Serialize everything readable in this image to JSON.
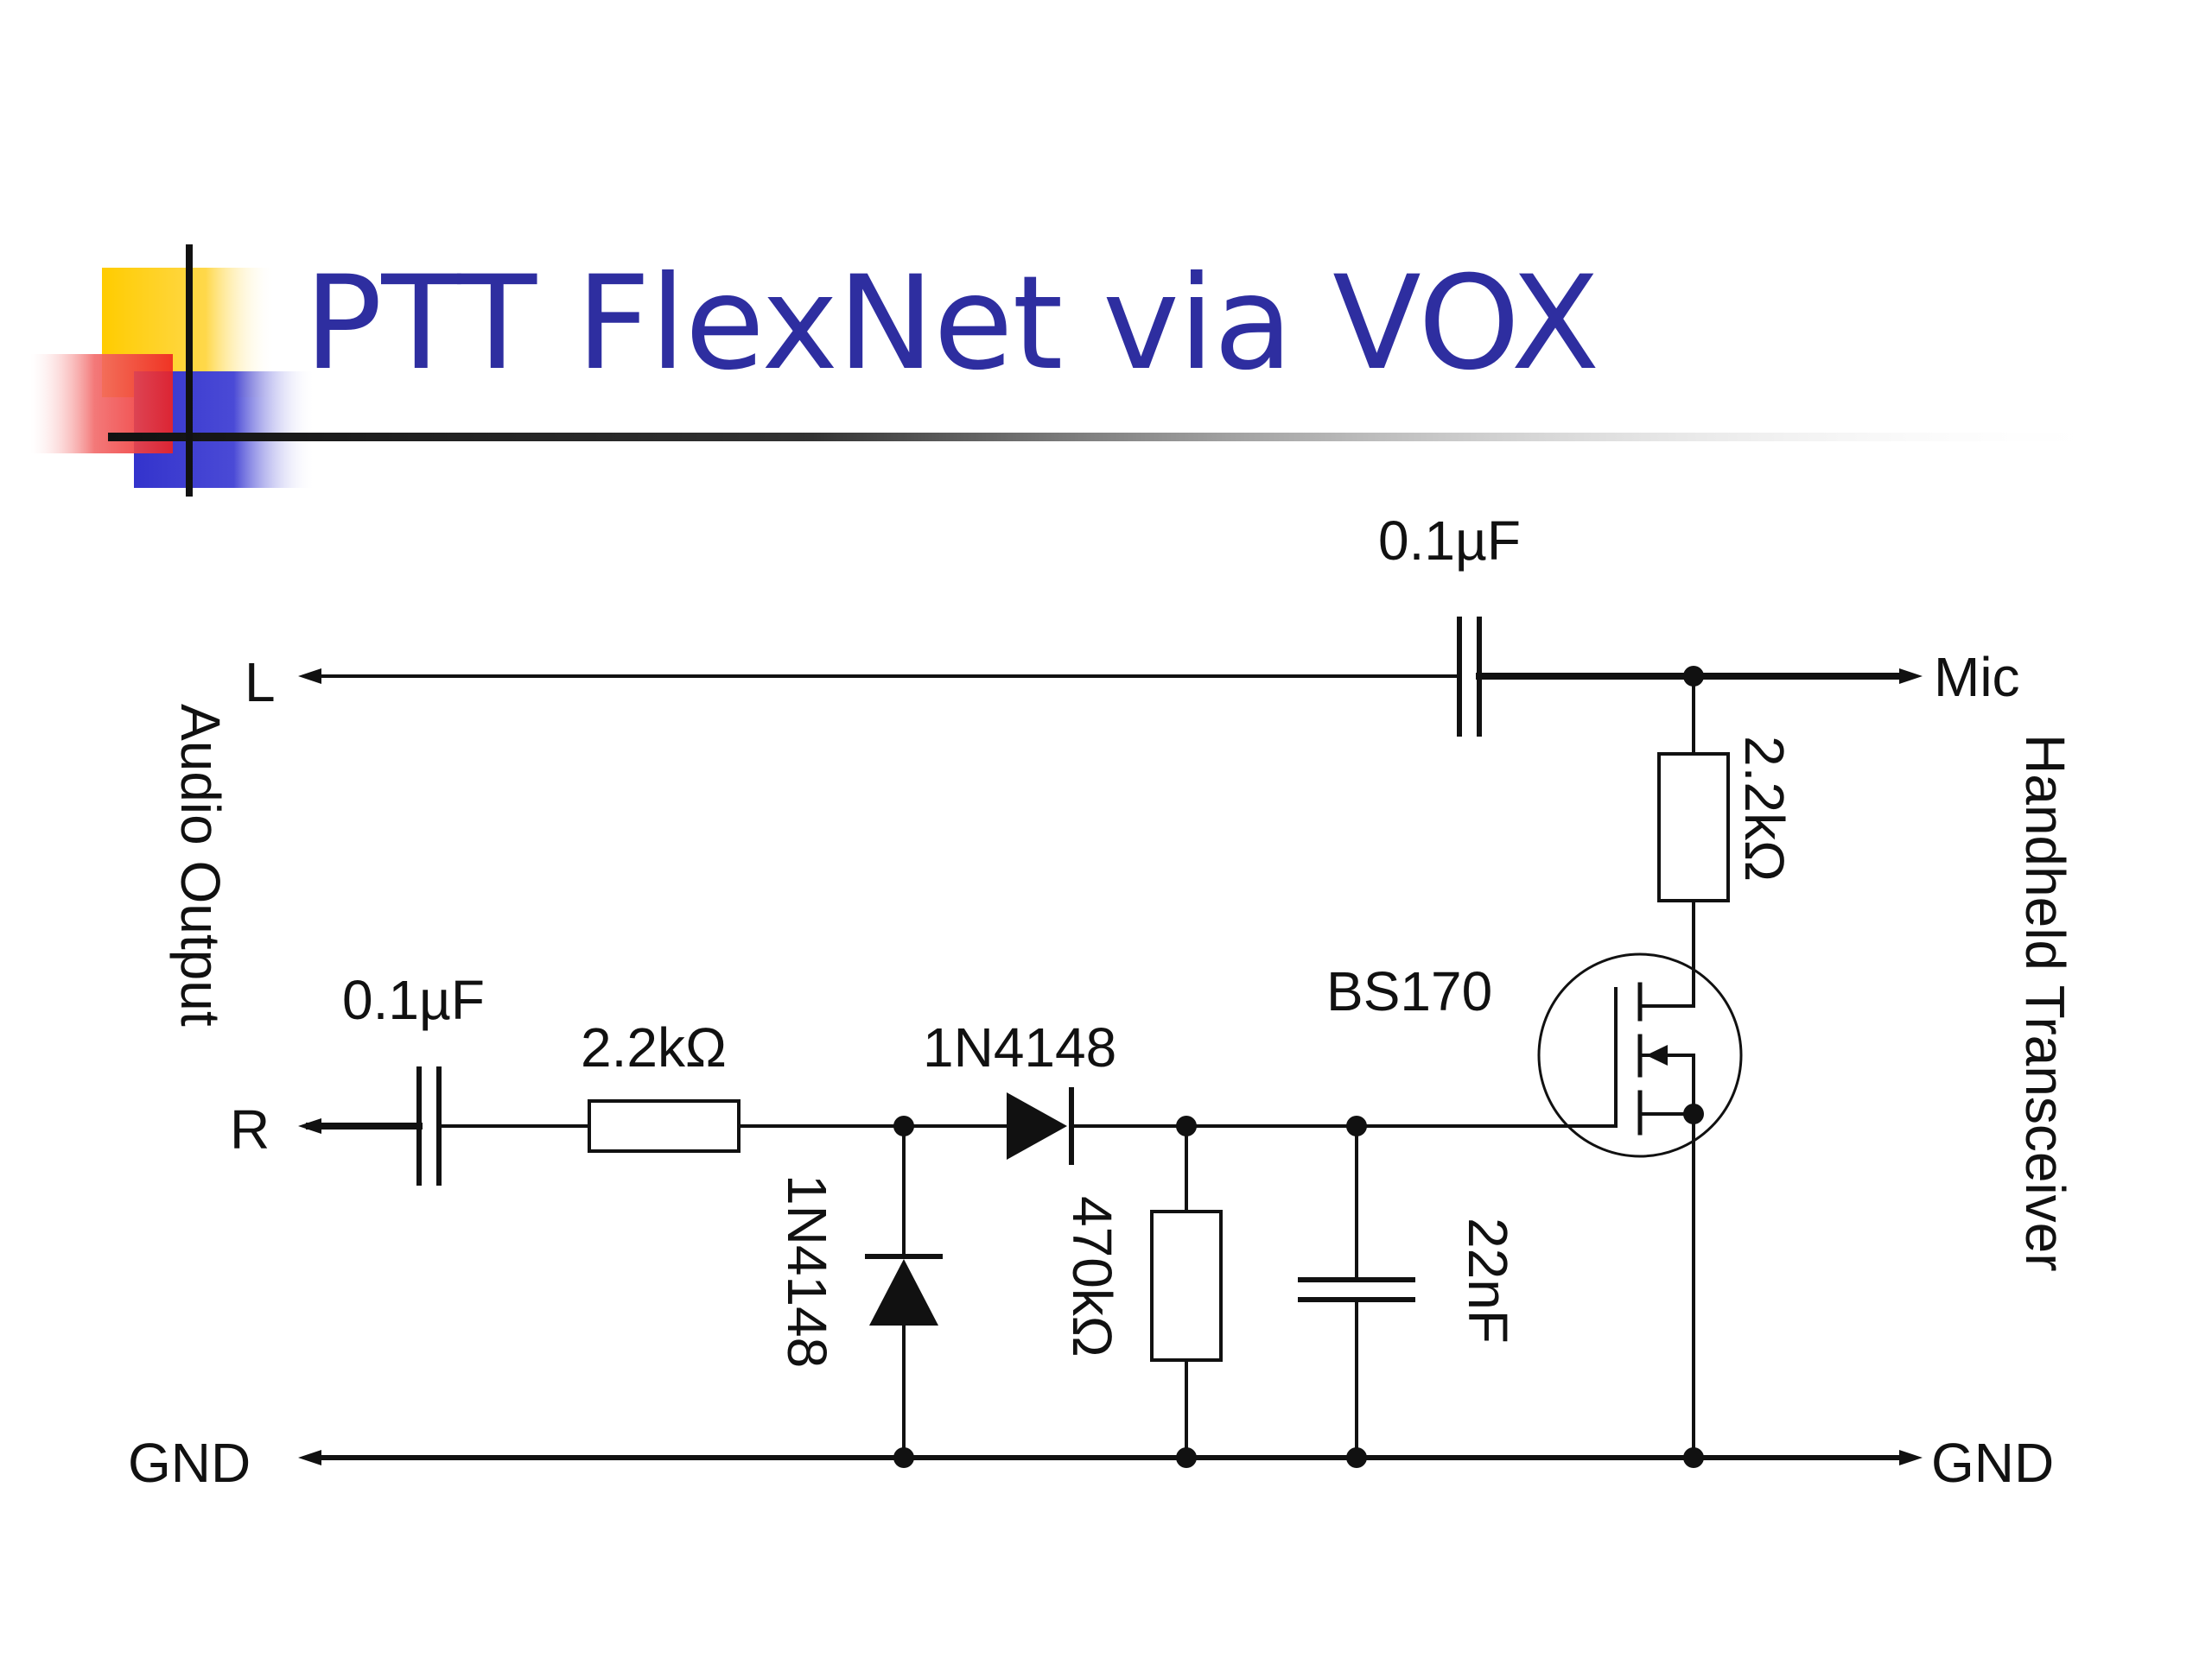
{
  "title": "PTT FlexNet via VOX",
  "colors": {
    "title": "#2e2ea0",
    "accent_yellow": "#ffcc00",
    "accent_red": "#ee2222",
    "accent_blue": "#3333cc",
    "wire": "#111111"
  },
  "diagram": {
    "left_block_label": "Audio Output",
    "right_block_label": "Handheld Transceiver",
    "terminals": {
      "left": "L",
      "right_in": "R",
      "gnd_left": "GND",
      "mic": "Mic",
      "gnd_right": "GND"
    },
    "components": {
      "c_top": "0.1µF",
      "c_input": "0.1µF",
      "r_input": "2.2kΩ",
      "d_series": "1N4148",
      "d_shunt": "1N4148",
      "r_bleed": "470kΩ",
      "c_filter": "22nF",
      "r_drain": "2.2kΩ",
      "mosfet": "BS170"
    }
  }
}
